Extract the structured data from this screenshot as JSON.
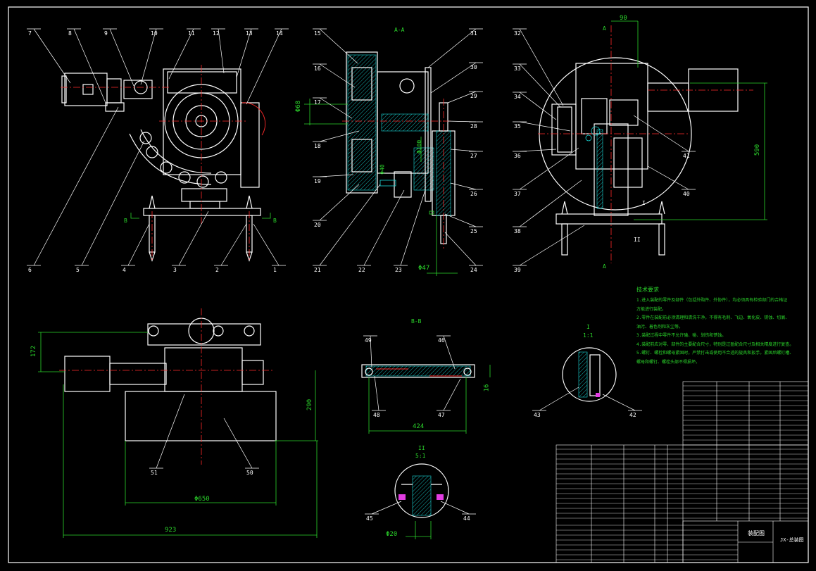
{
  "drawing": {
    "background": "#000000",
    "colors": {
      "outline": "#ffffff",
      "centerline": "#ff2a2a",
      "dimension": "#2bd62b",
      "section": "#19d7d7",
      "marker": "#e23ce2"
    },
    "views": {
      "section_aa": "A-A",
      "section_bb": "B-B",
      "detail_1": {
        "ref": "I",
        "scale": "1:1"
      },
      "detail_2": {
        "ref": "II",
        "scale": "5:1"
      },
      "cut_b_left": "B",
      "cut_b_right": "B",
      "cut_a_top": "A",
      "cut_a_bottom": "A",
      "cut_i": "I",
      "cut_ii": "II"
    },
    "part_numbers": [
      "1",
      "2",
      "3",
      "4",
      "5",
      "6",
      "7",
      "8",
      "9",
      "10",
      "11",
      "12",
      "13",
      "14",
      "15",
      "16",
      "17",
      "18",
      "19",
      "20",
      "21",
      "22",
      "23",
      "24",
      "25",
      "26",
      "27",
      "28",
      "29",
      "30",
      "31",
      "32",
      "33",
      "34",
      "35",
      "36",
      "37",
      "38",
      "39",
      "40",
      "41",
      "42",
      "43",
      "44",
      "45",
      "46",
      "47",
      "48",
      "49",
      "50",
      "51"
    ],
    "dimensions": {
      "d90": "90",
      "d590": "590",
      "d172": "172",
      "d290": "290",
      "d650": "Φ650",
      "d923": "923",
      "d424": "424",
      "d16": "16",
      "d20": "Φ20",
      "d47": "Φ47",
      "d68": "Φ68",
      "d100": "Φ100",
      "d40": "Φ40"
    },
    "technical_requirements": {
      "title": "技术要求",
      "lines": [
        "1.进入装配的零件及部件（包括外购件、外协件），均必须具有检验部门的合格证",
        "  方能进行装配。",
        "2.零件在装配前必须清理和清洗干净，不得有毛刺、飞边、氧化皮、锈蚀、切屑、",
        "  油污、着色剂和灰尘等。",
        "3.装配过程中零件不允许磕、碰、划伤和锈蚀。",
        "4.装配前应对零、部件的主要配合尺寸，特别是过盈配合尺寸及相关精度进行复查。",
        "5.螺钉、螺栓和螺母紧固时，严禁打击或使用不合适的旋具和扳手。紧固后螺钉槽、",
        "  螺母和螺钉、螺栓头部不得损坏。"
      ]
    },
    "title_block": {
      "drawing_name": "装配图",
      "code": "JX-总装图"
    }
  }
}
